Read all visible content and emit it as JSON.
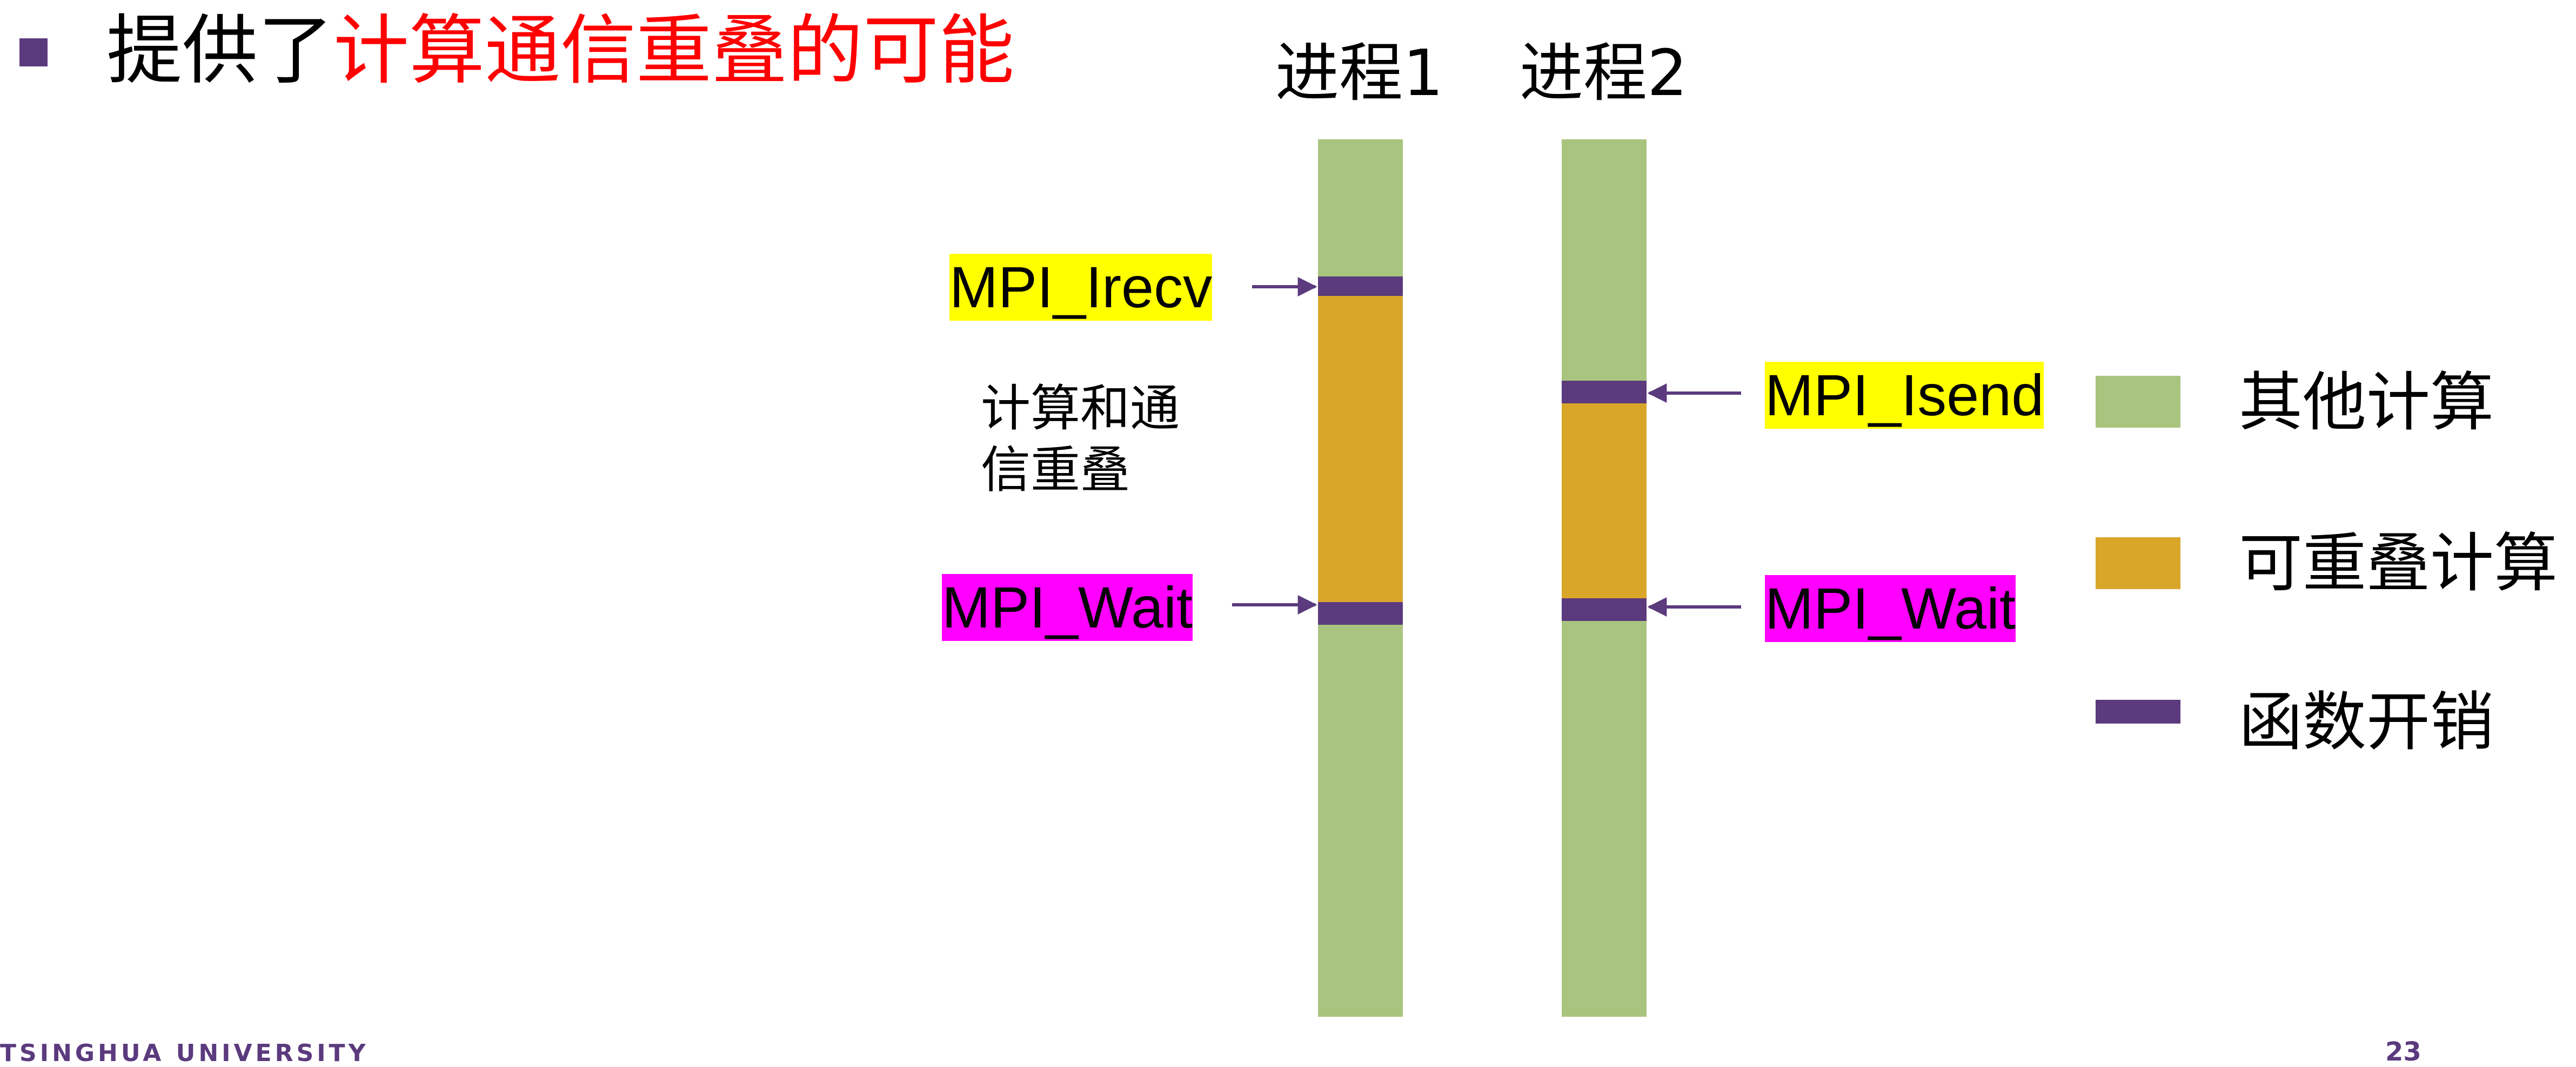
{
  "colors": {
    "bullet": "#5b3a7e",
    "headline_black": "#000000",
    "headline_red": "#ff0000",
    "other_compute": "#a9c47f",
    "overlap_compute": "#d9a62a",
    "function_overhead": "#5b3a7e",
    "irecv_isend_bg": "#ffff00",
    "wait_bg": "#ff00ff",
    "arrow": "#5b3a7e",
    "footer": "#5b3a7e"
  },
  "headline": {
    "prefix": "提供了",
    "highlight": "计算通信重叠的可能"
  },
  "processes": [
    {
      "label": "进程1"
    },
    {
      "label": "进程2"
    }
  ],
  "functions": {
    "irecv": "MPI_Irecv",
    "isend": "MPI_Isend",
    "wait_left": "MPI_Wait",
    "wait_right": "MPI_Wait"
  },
  "overlap_note": "计算和通信重叠",
  "legend": [
    {
      "label": "其他计算",
      "color_key": "other_compute"
    },
    {
      "label": "可重叠计算",
      "color_key": "overlap_compute"
    },
    {
      "label": "函数开销",
      "color_key": "function_overhead"
    }
  ],
  "footer": {
    "left": "TSINGHUA UNIVERSITY",
    "right": "23"
  }
}
